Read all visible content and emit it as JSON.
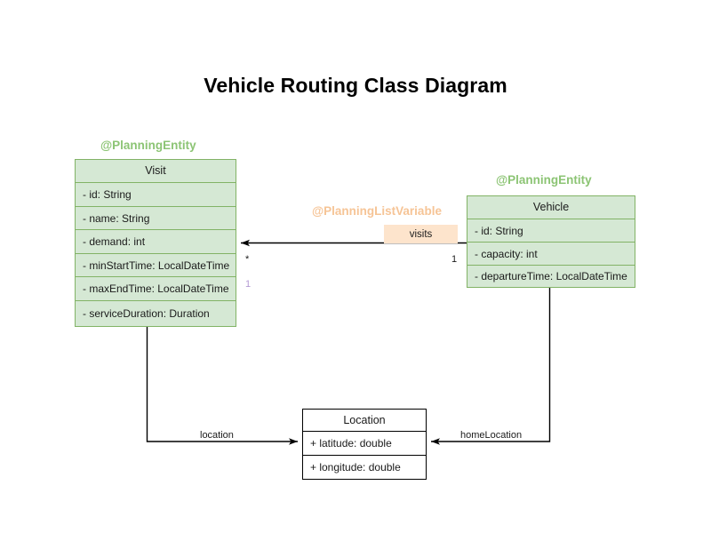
{
  "diagram": {
    "title": "Vehicle Routing Class Diagram",
    "classes": [
      {
        "key": "visit",
        "name": "Visit",
        "stereotype": "@PlanningEntity",
        "attributes": [
          "- id: String",
          "- name: String",
          "- demand: int",
          "- minStartTime: LocalDateTime",
          "- maxEndTime: LocalDateTime",
          "- serviceDuration: Duration"
        ]
      },
      {
        "key": "vehicle",
        "name": "Vehicle",
        "stereotype": "@PlanningEntity",
        "attributes": [
          "- id: String",
          "- capacity: int",
          "- departureTime: LocalDateTime"
        ]
      },
      {
        "key": "location",
        "name": "Location",
        "stereotype": "",
        "attributes": [
          "+ latitude: double",
          "+ longitude: double"
        ]
      }
    ],
    "relations": [
      {
        "key": "visits",
        "stereotype": "@PlanningListVariable",
        "label": "visits",
        "source_multiplicity": "1",
        "target_multiplicity": "*",
        "extra_multiplicity": "1"
      },
      {
        "key": "visit-location",
        "label": "location"
      },
      {
        "key": "vehicle-homelocation",
        "label": "homeLocation"
      }
    ],
    "colors": {
      "entity_fill": "#d5e8d4",
      "entity_stroke": "#82b366",
      "stereotype_entity": "#8cc474",
      "stereotype_listvariable": "#f6c496",
      "badge_fill": "#fde4cc",
      "plain_fill": "#ffffff",
      "plain_stroke": "#000000",
      "edge_stroke": "#000000",
      "accent_multiplicity": "#b49ad4"
    }
  }
}
